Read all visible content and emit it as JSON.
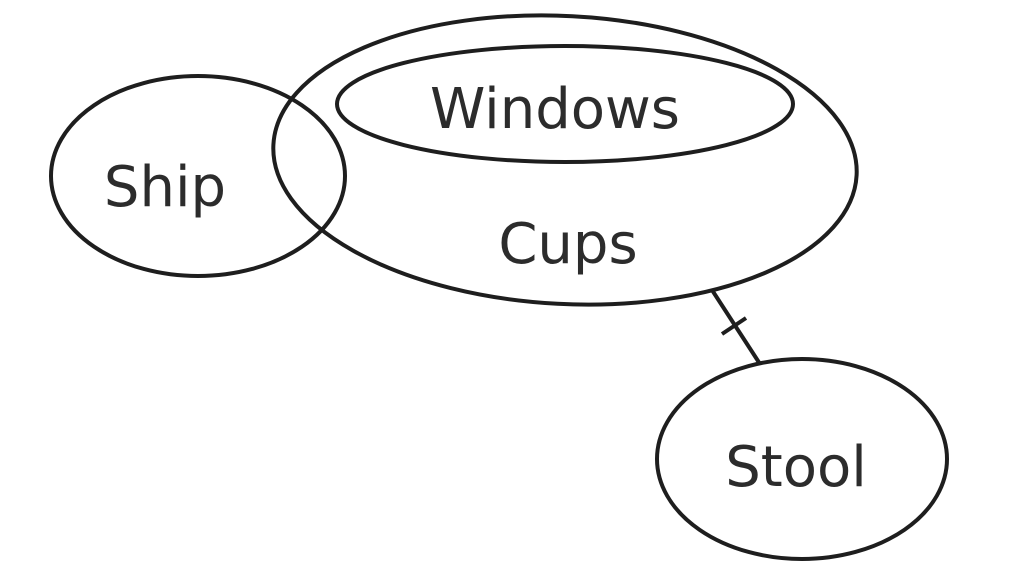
{
  "diagram": {
    "sets": {
      "ship": "Ship",
      "windows": "Windows",
      "cups": "Cups",
      "stool": "Stool"
    }
  }
}
